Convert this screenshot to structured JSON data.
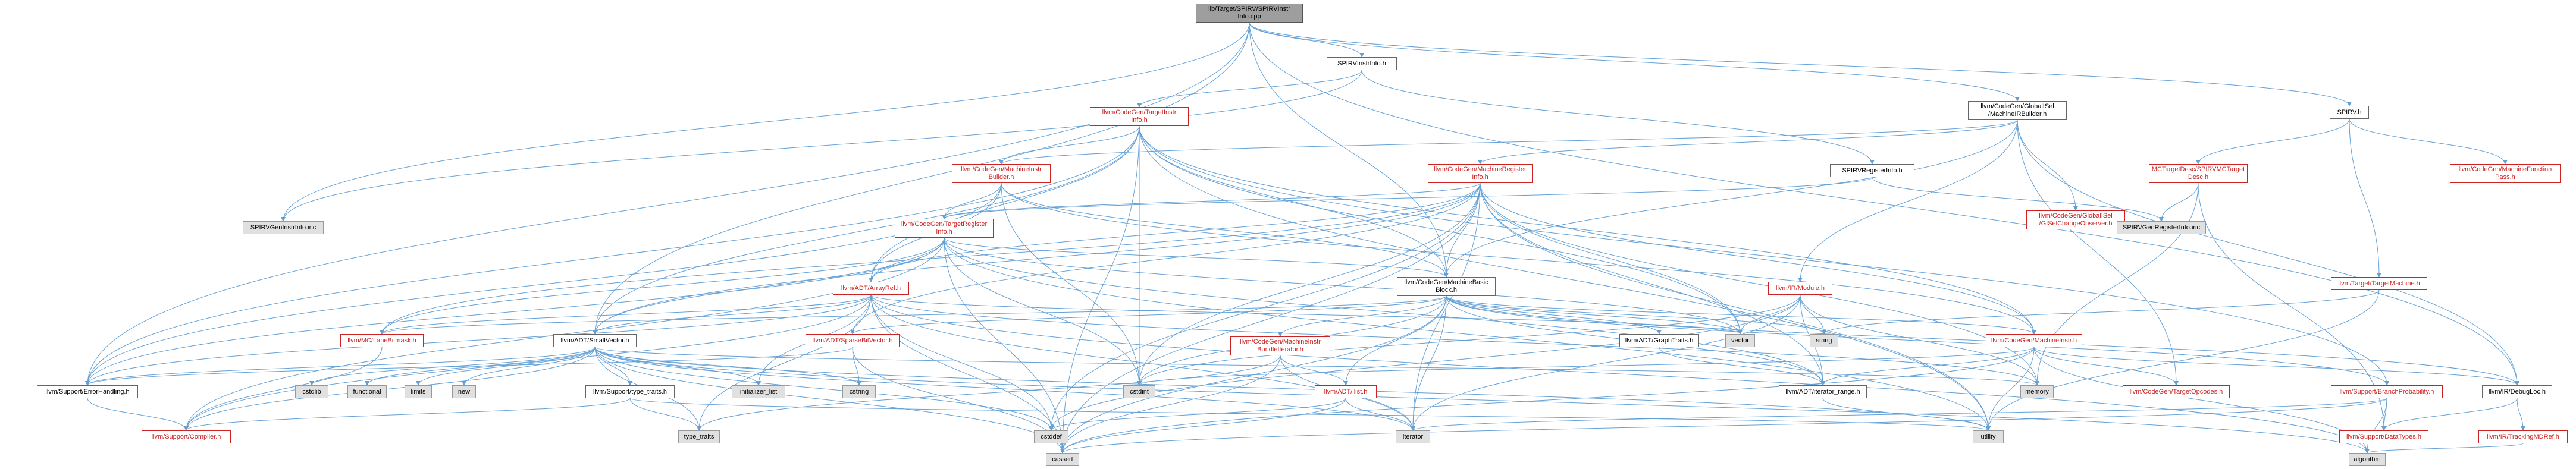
{
  "nodes": {
    "root": {
      "label": "lib/Target/SPIRV/SPIRVInstr\nInfo.cpp",
      "kind": "root"
    },
    "spirvinstrinfoh": {
      "label": "SPIRVInstrInfo.h",
      "kind": "plain"
    },
    "globalisel_builder": {
      "label": "llvm/CodeGen/GlobalISel\n/MachineIRBuilder.h",
      "kind": "plain"
    },
    "spirvh": {
      "label": "SPIRV.h",
      "kind": "plain"
    },
    "targetinstrinfo": {
      "label": "llvm/CodeGen/TargetInstr\nInfo.h",
      "kind": "red"
    },
    "spirvregisterinfo": {
      "label": "SPIRVRegisterInfo.h",
      "kind": "plain"
    },
    "gisel_observer": {
      "label": "llvm/CodeGen/GlobalISel\n/GISelChangeObserver.h",
      "kind": "red"
    },
    "mctargetdesc": {
      "label": "MCTargetDesc/SPIRVMCTarget\nDesc.h",
      "kind": "red"
    },
    "machinefunctionpass": {
      "label": "llvm/CodeGen/MachineFunction\nPass.h",
      "kind": "red"
    },
    "machineinstrbuilder": {
      "label": "llvm/CodeGen/MachineInstr\nBuilder.h",
      "kind": "red"
    },
    "machineregisterinfo": {
      "label": "llvm/CodeGen/MachineRegister\nInfo.h",
      "kind": "red"
    },
    "spirvgeninstrinfo": {
      "label": "SPIRVGenInstrInfo.inc",
      "kind": "gray"
    },
    "targetregisterinfo": {
      "label": "llvm/CodeGen/TargetRegister\nInfo.h",
      "kind": "red"
    },
    "spirvgenregisterinfo": {
      "label": "SPIRVGenRegisterInfo.inc",
      "kind": "gray"
    },
    "targetmachine": {
      "label": "llvm/Target/TargetMachine.h",
      "kind": "red"
    },
    "irmodule": {
      "label": "llvm/IR/Module.h",
      "kind": "red"
    },
    "arrayref": {
      "label": "llvm/ADT/ArrayRef.h",
      "kind": "red"
    },
    "machinebasicblock": {
      "label": "llvm/CodeGen/MachineBasic\nBlock.h",
      "kind": "plain"
    },
    "lanebitmask": {
      "label": "llvm/MC/LaneBitmask.h",
      "kind": "red"
    },
    "smallvector": {
      "label": "llvm/ADT/SmallVector.h",
      "kind": "plain"
    },
    "sparsebitvector": {
      "label": "llvm/ADT/SparseBitVector.h",
      "kind": "red"
    },
    "bundleiterator": {
      "label": "llvm/CodeGen/MachineInstr\nBundleIterator.h",
      "kind": "red"
    },
    "graphtraits": {
      "label": "llvm/ADT/GraphTraits.h",
      "kind": "plain"
    },
    "vector": {
      "label": "vector",
      "kind": "gray"
    },
    "string": {
      "label": "string",
      "kind": "gray"
    },
    "machineinstrh": {
      "label": "llvm/CodeGen/MachineInstr.h",
      "kind": "red"
    },
    "branchprobability": {
      "label": "llvm/Support/BranchProbability.h",
      "kind": "red"
    },
    "errorhandling": {
      "label": "llvm/Support/ErrorHandling.h",
      "kind": "plain"
    },
    "cstdlib": {
      "label": "cstdlib",
      "kind": "gray"
    },
    "functional": {
      "label": "functional",
      "kind": "gray"
    },
    "limits": {
      "label": "limits",
      "kind": "gray"
    },
    "new": {
      "label": "new",
      "kind": "gray"
    },
    "typetraitsh": {
      "label": "llvm/Support/type_traits.h",
      "kind": "plain"
    },
    "initializerlist": {
      "label": "initializer_list",
      "kind": "gray"
    },
    "cstring": {
      "label": "cstring",
      "kind": "gray"
    },
    "cstdint": {
      "label": "cstdint",
      "kind": "gray"
    },
    "ilisth": {
      "label": "llvm/ADT/ilist.h",
      "kind": "red"
    },
    "iteratorrange": {
      "label": "llvm/ADT/iterator_range.h",
      "kind": "plain"
    },
    "memory": {
      "label": "memory",
      "kind": "gray"
    },
    "targetopcodes": {
      "label": "llvm/CodeGen/TargetOpcodes.h",
      "kind": "red"
    },
    "debugloc": {
      "label": "llvm/IR/DebugLoc.h",
      "kind": "plain"
    },
    "compilerh": {
      "label": "llvm/Support/Compiler.h",
      "kind": "red"
    },
    "typetraits": {
      "label": "type_traits",
      "kind": "gray"
    },
    "cstddef": {
      "label": "cstddef",
      "kind": "gray"
    },
    "iterator": {
      "label": "iterator",
      "kind": "gray"
    },
    "utility": {
      "label": "utility",
      "kind": "gray"
    },
    "datatypes": {
      "label": "llvm/Support/DataTypes.h",
      "kind": "red"
    },
    "trackingmdref": {
      "label": "llvm/IR/TrackingMDRef.h",
      "kind": "red"
    },
    "cassert": {
      "label": "cassert",
      "kind": "gray"
    },
    "algorithm": {
      "label": "algorithm",
      "kind": "gray"
    }
  },
  "edges": [
    [
      "root",
      "spirvinstrinfoh"
    ],
    [
      "root",
      "globalisel_builder"
    ],
    [
      "root",
      "spirvh"
    ],
    [
      "root",
      "spirvgeninstrinfo"
    ],
    [
      "root",
      "machinebasicblock"
    ],
    [
      "root",
      "smallvector"
    ],
    [
      "root",
      "errorhandling"
    ],
    [
      "root",
      "debugloc"
    ],
    [
      "spirvinstrinfoh",
      "targetinstrinfo"
    ],
    [
      "spirvinstrinfoh",
      "spirvregisterinfo"
    ],
    [
      "spirvinstrinfoh",
      "spirvgeninstrinfo"
    ],
    [
      "globalisel_builder",
      "gisel_observer"
    ],
    [
      "globalisel_builder",
      "machineinstrbuilder"
    ],
    [
      "globalisel_builder",
      "machineregisterinfo"
    ],
    [
      "globalisel_builder",
      "machinebasicblock"
    ],
    [
      "globalisel_builder",
      "irmodule"
    ],
    [
      "globalisel_builder",
      "targetopcodes"
    ],
    [
      "globalisel_builder",
      "debugloc"
    ],
    [
      "spirvh",
      "mctargetdesc"
    ],
    [
      "spirvh",
      "machinefunctionpass"
    ],
    [
      "spirvh",
      "targetmachine"
    ],
    [
      "mctargetdesc",
      "spirvgenregisterinfo"
    ],
    [
      "mctargetdesc",
      "datatypes"
    ],
    [
      "mctargetdesc",
      "memory"
    ],
    [
      "targetinstrinfo",
      "machineinstrbuilder"
    ],
    [
      "targetinstrinfo",
      "arrayref"
    ],
    [
      "targetinstrinfo",
      "machinebasicblock"
    ],
    [
      "targetinstrinfo",
      "machineinstrh"
    ],
    [
      "targetinstrinfo",
      "vector"
    ],
    [
      "targetinstrinfo",
      "cstdint"
    ],
    [
      "targetinstrinfo",
      "utility"
    ],
    [
      "targetinstrinfo",
      "errorhandling"
    ],
    [
      "targetinstrinfo",
      "branchprobability"
    ],
    [
      "targetinstrinfo",
      "cassert"
    ],
    [
      "targetinstrinfo",
      "smallvector"
    ],
    [
      "spirvregisterinfo",
      "targetregisterinfo"
    ],
    [
      "spirvregisterinfo",
      "spirvgenregisterinfo"
    ],
    [
      "machineinstrbuilder",
      "targetregisterinfo"
    ],
    [
      "machineinstrbuilder",
      "machinebasicblock"
    ],
    [
      "machineinstrbuilder",
      "machineinstrh"
    ],
    [
      "machineinstrbuilder",
      "cstdint"
    ],
    [
      "machineinstrbuilder",
      "errorhandling"
    ],
    [
      "machineinstrbuilder",
      "arrayref"
    ],
    [
      "machineregisterinfo",
      "targetregisterinfo"
    ],
    [
      "machineregisterinfo",
      "arrayref"
    ],
    [
      "machineregisterinfo",
      "machinebasicblock"
    ],
    [
      "machineregisterinfo",
      "machineinstrh"
    ],
    [
      "machineregisterinfo",
      "lanebitmask"
    ],
    [
      "machineregisterinfo",
      "smallvector"
    ],
    [
      "machineregisterinfo",
      "sparsebitvector"
    ],
    [
      "machineregisterinfo",
      "iteratorrange"
    ],
    [
      "machineregisterinfo",
      "iterator"
    ],
    [
      "machineregisterinfo",
      "vector"
    ],
    [
      "machineregisterinfo",
      "memory"
    ],
    [
      "machineregisterinfo",
      "cassert"
    ],
    [
      "machineregisterinfo",
      "cstddef"
    ],
    [
      "machineregisterinfo",
      "cstdint"
    ],
    [
      "machineregisterinfo",
      "utility"
    ],
    [
      "targetregisterinfo",
      "arrayref"
    ],
    [
      "targetregisterinfo",
      "smallvector"
    ],
    [
      "targetregisterinfo",
      "machinebasicblock"
    ],
    [
      "targetregisterinfo",
      "lanebitmask"
    ],
    [
      "targetregisterinfo",
      "errorhandling"
    ],
    [
      "targetregisterinfo",
      "cstdint"
    ],
    [
      "targetregisterinfo",
      "cassert"
    ],
    [
      "targetregisterinfo",
      "vector"
    ],
    [
      "targetregisterinfo",
      "iteratorrange"
    ],
    [
      "targetregisterinfo",
      "compilerh"
    ],
    [
      "targetregisterinfo",
      "utility"
    ],
    [
      "targetmachine",
      "string"
    ],
    [
      "targetmachine",
      "utility"
    ],
    [
      "irmodule",
      "string"
    ],
    [
      "irmodule",
      "vector"
    ],
    [
      "irmodule",
      "cstddef"
    ],
    [
      "irmodule",
      "iterator"
    ],
    [
      "irmodule",
      "memory"
    ],
    [
      "irmodule",
      "iteratorrange"
    ],
    [
      "irmodule",
      "cstdint"
    ],
    [
      "arrayref",
      "smallvector"
    ],
    [
      "arrayref",
      "compilerh"
    ],
    [
      "arrayref",
      "algorithm"
    ],
    [
      "arrayref",
      "cassert"
    ],
    [
      "arrayref",
      "cstddef"
    ],
    [
      "arrayref",
      "initializerlist"
    ],
    [
      "arrayref",
      "iterator"
    ],
    [
      "arrayref",
      "memory"
    ],
    [
      "arrayref",
      "typetraits"
    ],
    [
      "arrayref",
      "vector"
    ],
    [
      "arrayref",
      "lanebitmask"
    ],
    [
      "arrayref",
      "errorhandling"
    ],
    [
      "machinebasicblock",
      "graphtraits"
    ],
    [
      "machinebasicblock",
      "sparsebitvector"
    ],
    [
      "machinebasicblock",
      "ilisth"
    ],
    [
      "machinebasicblock",
      "iteratorrange"
    ],
    [
      "machinebasicblock",
      "bundleiterator"
    ],
    [
      "machinebasicblock",
      "machineinstrh"
    ],
    [
      "machinebasicblock",
      "lanebitmask"
    ],
    [
      "machinebasicblock",
      "branchprobability"
    ],
    [
      "machinebasicblock",
      "debugloc"
    ],
    [
      "machinebasicblock",
      "cassert"
    ],
    [
      "machinebasicblock",
      "cstdint"
    ],
    [
      "machinebasicblock",
      "iterator"
    ],
    [
      "machinebasicblock",
      "string"
    ],
    [
      "machinebasicblock",
      "vector"
    ],
    [
      "lanebitmask",
      "compilerh"
    ],
    [
      "smallvector",
      "compilerh"
    ],
    [
      "smallvector",
      "typetraitsh"
    ],
    [
      "smallvector",
      "algorithm"
    ],
    [
      "smallvector",
      "cassert"
    ],
    [
      "smallvector",
      "cstddef"
    ],
    [
      "smallvector",
      "cstdlib"
    ],
    [
      "smallvector",
      "cstring"
    ],
    [
      "smallvector",
      "functional"
    ],
    [
      "smallvector",
      "initializerlist"
    ],
    [
      "smallvector",
      "iterator"
    ],
    [
      "smallvector",
      "limits"
    ],
    [
      "smallvector",
      "memory"
    ],
    [
      "smallvector",
      "new"
    ],
    [
      "smallvector",
      "typetraits"
    ],
    [
      "smallvector",
      "utility"
    ],
    [
      "smallvector",
      "errorhandling"
    ],
    [
      "sparsebitvector",
      "errorhandling"
    ],
    [
      "sparsebitvector",
      "cassert"
    ],
    [
      "sparsebitvector",
      "cstring"
    ],
    [
      "bundleiterator",
      "ilisth"
    ],
    [
      "bundleiterator",
      "cassert"
    ],
    [
      "bundleiterator",
      "iterator"
    ],
    [
      "bundleiterator",
      "typetraits"
    ],
    [
      "graphtraits",
      "iteratorrange"
    ],
    [
      "machineinstrh",
      "iteratorrange"
    ],
    [
      "machineinstrh",
      "debugloc"
    ],
    [
      "machineinstrh",
      "targetopcodes"
    ],
    [
      "machineinstrh",
      "algorithm"
    ],
    [
      "machineinstrh",
      "cassert"
    ],
    [
      "machineinstrh",
      "cstdint"
    ],
    [
      "machineinstrh",
      "utility"
    ],
    [
      "branchprobability",
      "datatypes"
    ],
    [
      "branchprobability",
      "algorithm"
    ],
    [
      "branchprobability",
      "cassert"
    ],
    [
      "branchprobability",
      "iterator"
    ],
    [
      "branchprobability",
      "numeric"
    ],
    [
      "typetraitsh",
      "compilerh"
    ],
    [
      "typetraitsh",
      "typetraits"
    ],
    [
      "typetraitsh",
      "utility"
    ],
    [
      "errorhandling",
      "compilerh"
    ],
    [
      "ilisth",
      "cassert"
    ],
    [
      "ilisth",
      "cstddef"
    ],
    [
      "ilisth",
      "iterator"
    ],
    [
      "iteratorrange",
      "utility"
    ],
    [
      "debugloc",
      "trackingmdref"
    ],
    [
      "debugloc",
      "datatypes"
    ],
    [
      "trackingmdref",
      "algorithm"
    ]
  ]
}
